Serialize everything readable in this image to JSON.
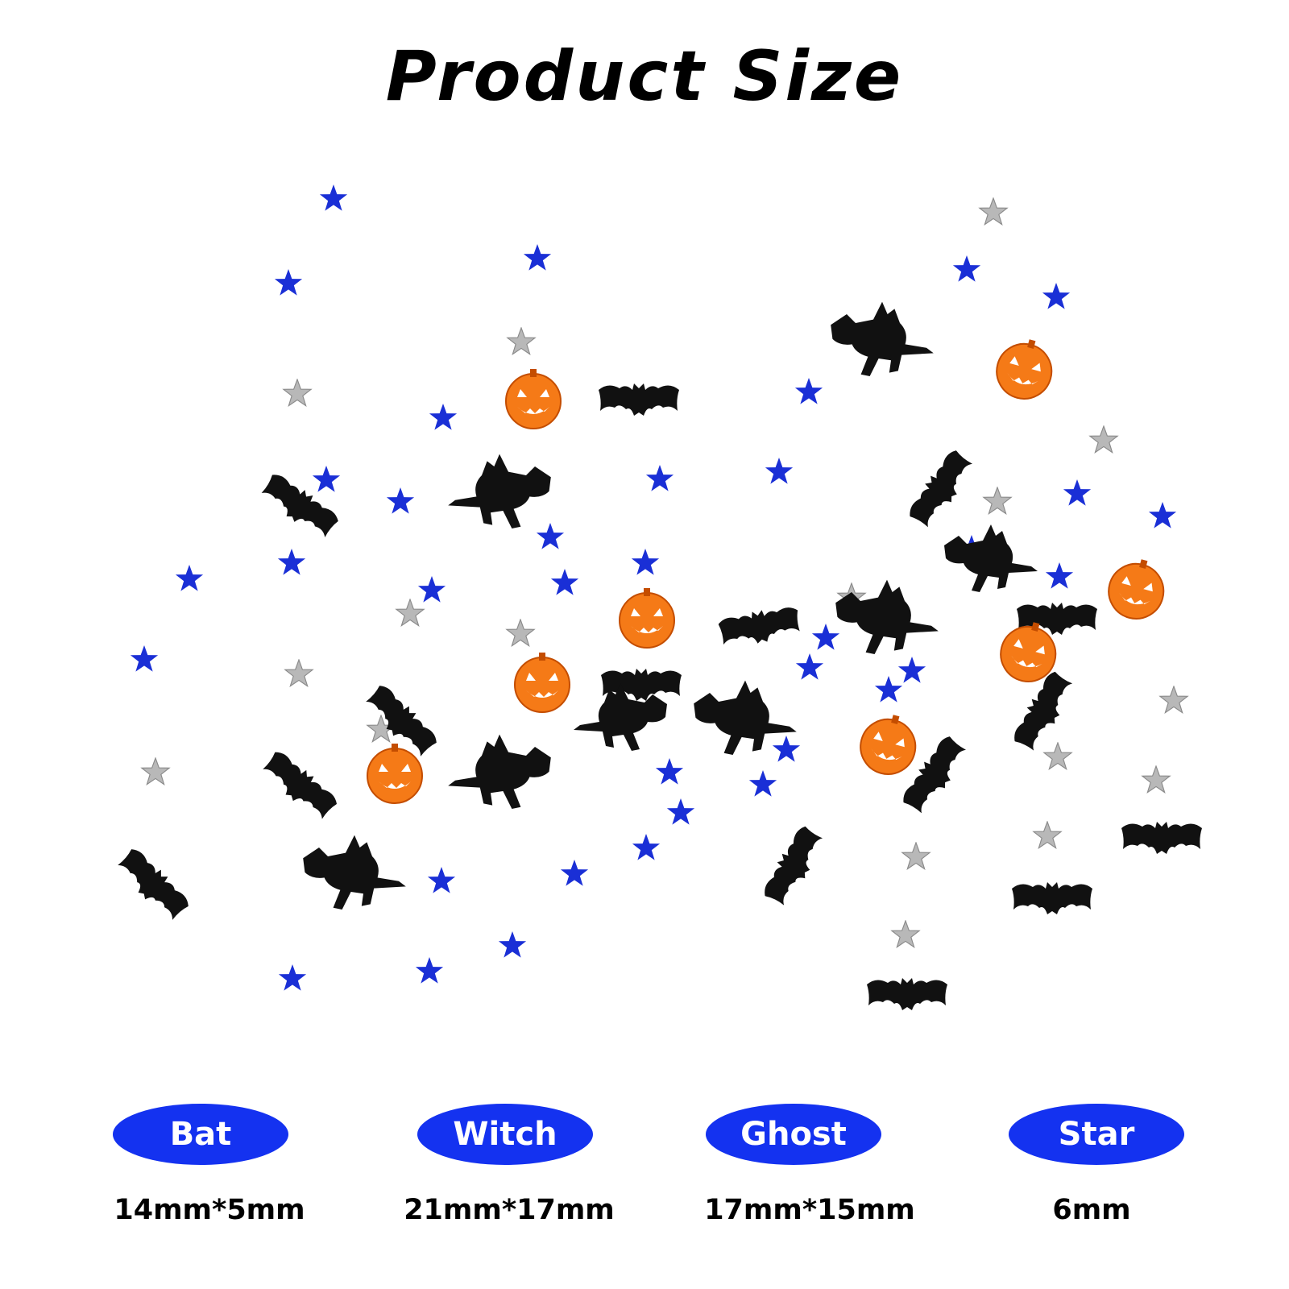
{
  "title": "Product Size",
  "colors": {
    "pill": "#1432f0",
    "star_blue": "#1a2fd6",
    "star_silver": "#b8b8b8",
    "pumpkin": "#f57a17",
    "silhouette": "#111111"
  },
  "icons": [
    "bat-icon",
    "witch-icon",
    "pumpkin-icon",
    "star-icon"
  ],
  "items": [
    {
      "name": "Bat",
      "size": "14mm*5mm"
    },
    {
      "name": "Witch",
      "size": "21mm*17mm"
    },
    {
      "name": "Ghost",
      "size": "17mm*15mm"
    },
    {
      "name": "Star",
      "size": "6mm"
    }
  ]
}
